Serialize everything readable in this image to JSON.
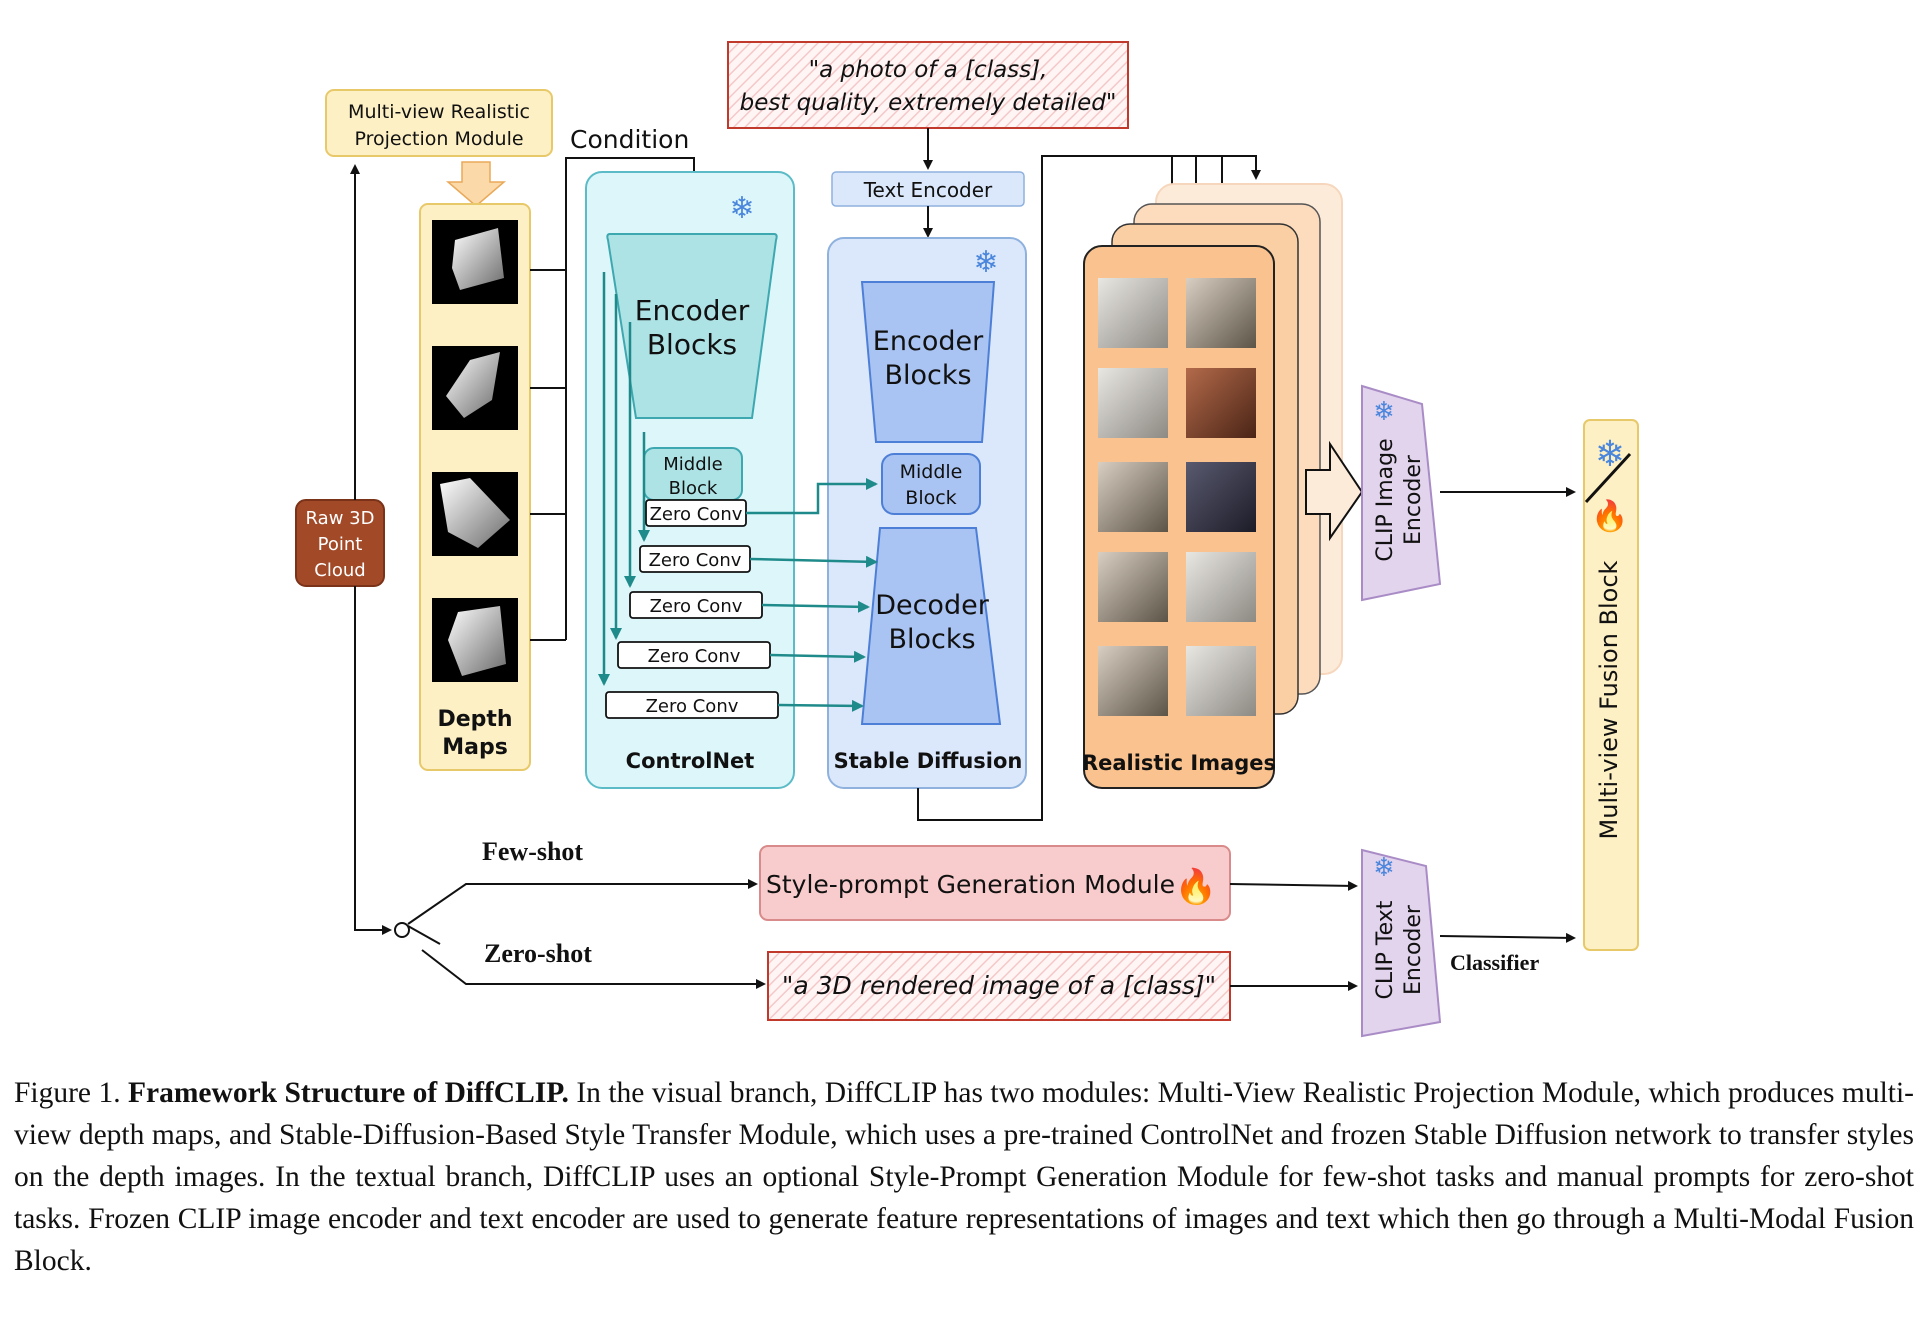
{
  "prompt_top": {
    "line1": "\"a photo of a [class],",
    "line2": "best quality, extremely detailed\""
  },
  "projection_module": {
    "line1": "Multi-view Realistic",
    "line2": "Projection Module"
  },
  "condition_label": "Condition",
  "text_encoder": "Text Encoder",
  "raw_point_cloud": {
    "line1": "Raw 3D",
    "line2": "Point",
    "line3": "Cloud"
  },
  "depth_maps": {
    "line1": "Depth",
    "line2": "Maps"
  },
  "controlnet": {
    "title": "ControlNet",
    "encoder": {
      "line1": "Encoder",
      "line2": "Blocks"
    },
    "middle": {
      "line1": "Middle",
      "line2": "Block"
    },
    "zero_convs": [
      "Zero Conv",
      "Zero Conv",
      "Zero Conv",
      "Zero Conv",
      "Zero Conv"
    ]
  },
  "stable_diffusion": {
    "title": "Stable Diffusion",
    "encoder": {
      "line1": "Encoder",
      "line2": "Blocks"
    },
    "middle": {
      "line1": "Middle",
      "line2": "Block"
    },
    "decoder": {
      "line1": "Decoder",
      "line2": "Blocks"
    }
  },
  "realistic_images": {
    "title": "Realistic Images"
  },
  "clip_image_encoder": {
    "line1": "CLIP Image",
    "line2": "Encoder"
  },
  "clip_text_encoder": {
    "line1": "CLIP Text",
    "line2": "Encoder"
  },
  "fusion_block": "Multi-view Fusion Block",
  "few_shot": "Few-shot",
  "zero_shot": "Zero-shot",
  "style_prompt_module": "Style-prompt Generation Module",
  "zero_shot_prompt": "\"a 3D rendered image of a [class]\"",
  "classifier": "Classifier",
  "caption": {
    "figure_label": "Figure 1.",
    "title": "Framework Structure of DiffCLIP.",
    "body": "In the visual branch, DiffCLIP has two modules: Multi-View Realistic Projection Module, which produces multi-view depth maps, and Stable-Diffusion-Based Style Transfer Module, which uses a pre-trained ControlNet and frozen Stable Diffusion network to transfer styles on the depth images. In the textual branch, DiffCLIP uses an optional Style-Prompt Generation Module for few-shot tasks and manual prompts for zero-shot tasks. Frozen CLIP image encoder and text encoder are used to generate feature representations of images and text which then go through a Multi-Modal Fusion Block."
  },
  "colors": {
    "depth_panel": "#fdf0c4",
    "controlnet_panel": "#dcf6fa",
    "sd_panel": "#dbe8fb",
    "realistic_panel": "#f9c28f",
    "clip_panel": "#e3d4ee",
    "style_module": "#f8cccc",
    "raw_cloud": "#a24a28",
    "arrow_teal": "#1f8a8a"
  }
}
